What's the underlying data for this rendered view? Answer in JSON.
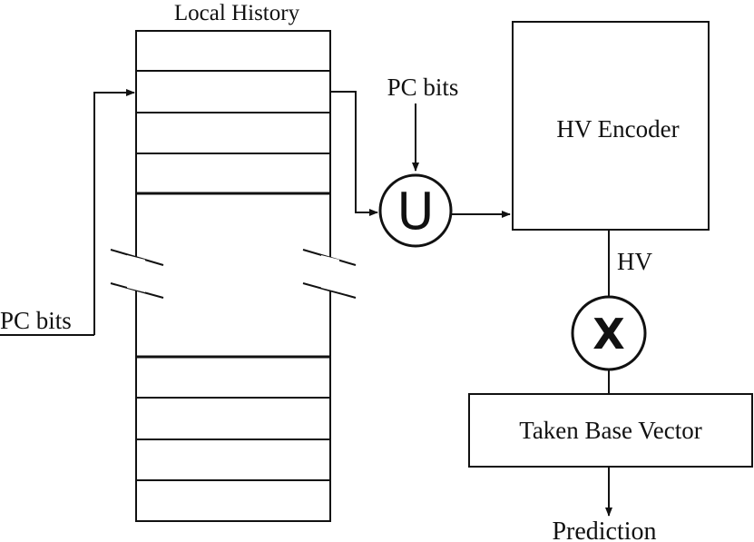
{
  "labels": {
    "local_history": "Local History",
    "pc_bits_left": "PC bits",
    "pc_bits_top": "PC bits",
    "union_symbol": "U",
    "hv_encoder": "HV Encoder",
    "hv": "HV",
    "multiply_symbol": "X",
    "taken_base_vector": "Taken Base Vector",
    "prediction": "Prediction"
  },
  "colors": {
    "stroke": "#111111",
    "background": "#ffffff"
  }
}
